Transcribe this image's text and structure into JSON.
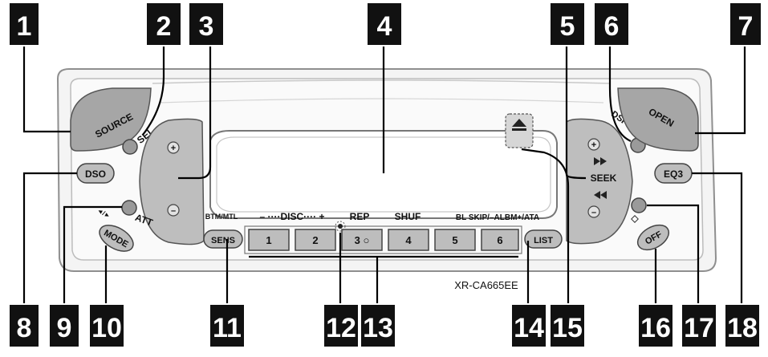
{
  "callouts": [
    "1",
    "2",
    "3",
    "4",
    "5",
    "6",
    "7",
    "8",
    "9",
    "10",
    "11",
    "12",
    "13",
    "14",
    "15",
    "16",
    "17",
    "18"
  ],
  "buttons": {
    "source": "SOURCE",
    "sel": "SEL",
    "open": "OPEN",
    "dspl": "DSPL",
    "dso": "DSO",
    "eq3": "EQ3",
    "att": "ATT",
    "mode": "MODE",
    "sens": "SENS",
    "list": "LIST",
    "off": "OFF",
    "seek": "SEEK",
    "plus": "+",
    "minus": "–",
    "presets": [
      "1",
      "2",
      "3 ○",
      "4",
      "5",
      "6"
    ]
  },
  "labels": {
    "btm_mtl": "BTM/MTL",
    "disc": "– ····DISC···· +",
    "rep": "REP",
    "shuf": "SHUF",
    "bl_skip": "BL SKIP/–ALBM+/ATA",
    "model": "XR-CA665EE",
    "att_symbol": "◄/►"
  },
  "colors": {
    "callout_bg": "#111111",
    "callout_fg": "#ffffff",
    "panel_fill": "#f2f2f2",
    "panel_stroke": "#9a9a9a",
    "button_fill": "#bdbdbd",
    "button_dark": "#7a7a7a",
    "leader": "#000000"
  }
}
